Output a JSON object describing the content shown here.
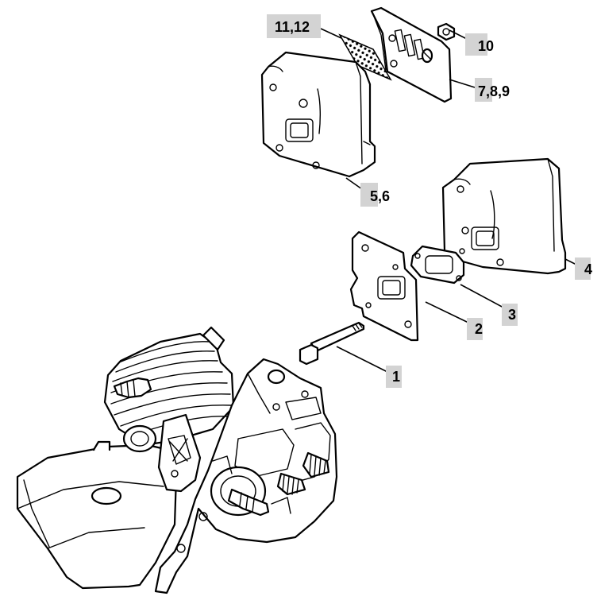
{
  "diagram": {
    "labels": {
      "screen": "11,12",
      "nut": "10",
      "shield": "7,8,9",
      "muffler_upper": "5,6",
      "muffler_lower": "4",
      "gasket": "3",
      "plate": "2",
      "bolt": "1"
    },
    "label_background": "#d3d3d3",
    "line_color": "#000000"
  }
}
